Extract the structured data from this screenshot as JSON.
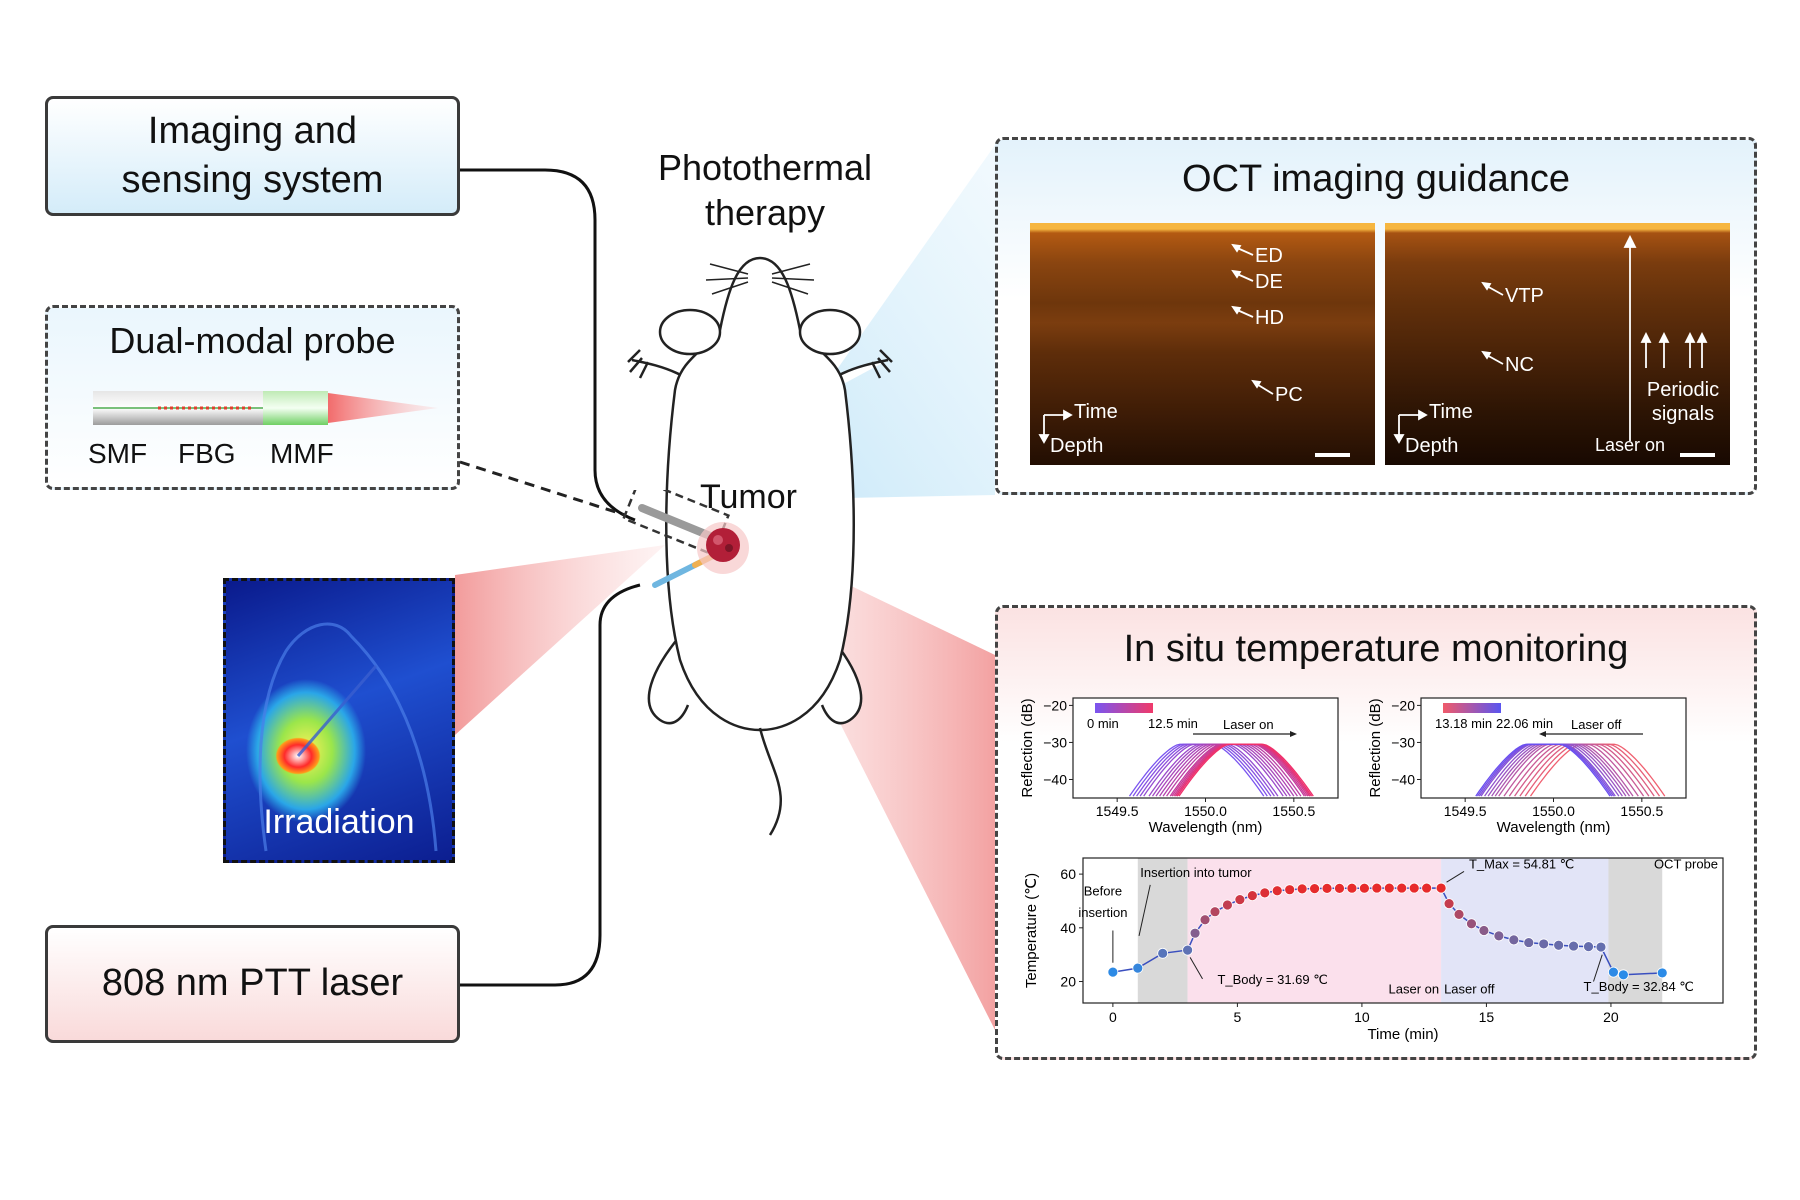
{
  "title": "Photothermal therapy",
  "tumor_label": "Tumor",
  "system_box": {
    "label": "Imaging and sensing system"
  },
  "probe_box": {
    "title": "Dual-modal probe",
    "labels": [
      "SMF",
      "FBG",
      "MMF"
    ]
  },
  "laser_box": {
    "label": "808 nm PTT laser"
  },
  "thermal_image": {
    "label": "Irradiation"
  },
  "oct_panel": {
    "title": "OCT imaging guidance",
    "left_image": {
      "annotations": [
        "ED",
        "DE",
        "HD",
        "PC"
      ],
      "axis_time": "Time",
      "axis_depth": "Depth"
    },
    "right_image": {
      "annotations": [
        "VTP",
        "NC"
      ],
      "signals_label": "Periodic signals",
      "laser_label": "Laser on",
      "axis_time": "Time",
      "axis_depth": "Depth"
    }
  },
  "temp_panel": {
    "title": "In situ temperature monitoring"
  },
  "colors": {
    "blue_bg": "#e6f3fb",
    "pink_bg": "#fbe5e5",
    "oct_brown": "#6a3308"
  },
  "chart_data": [
    {
      "type": "line",
      "xlabel": "Wavelength (nm)",
      "ylabel": "Reflection (dB)",
      "xlim": [
        1549.25,
        1550.75
      ],
      "ylim": [
        -45,
        -18
      ],
      "xticks": [
        1549.5,
        1550.0,
        1550.5
      ],
      "yticks": [
        -20,
        -30,
        -40
      ],
      "legend": [
        "0 min",
        "12.5 min"
      ],
      "annotation": "Laser on",
      "peak_wavelengths": [
        1549.95,
        1549.97,
        1549.99,
        1550.01,
        1550.03,
        1550.06,
        1550.08,
        1550.1,
        1550.12,
        1550.14,
        1550.16,
        1550.18,
        1550.19,
        1550.2,
        1550.21,
        1550.21,
        1550.22,
        1550.22,
        1550.23
      ],
      "peak_db": -30
    },
    {
      "type": "line",
      "xlabel": "Wavelength (nm)",
      "ylabel": "Reflection (dB)",
      "xlim": [
        1549.25,
        1550.75
      ],
      "ylim": [
        -45,
        -18
      ],
      "xticks": [
        1549.5,
        1550.0,
        1550.5
      ],
      "yticks": [
        -20,
        -30,
        -40
      ],
      "legend": [
        "13.18 min",
        "22.06 min"
      ],
      "annotation": "Laser off",
      "peak_wavelengths": [
        1550.25,
        1550.22,
        1550.19,
        1550.16,
        1550.13,
        1550.1,
        1550.07,
        1550.05,
        1550.03,
        1550.01,
        1549.99,
        1549.97,
        1549.96,
        1549.95,
        1549.94
      ],
      "peak_db": -30
    },
    {
      "type": "scatter",
      "xlabel": "Time (min)",
      "ylabel": "Temperature (℃)",
      "xlim": [
        -1.2,
        24.5
      ],
      "ylim": [
        12,
        66
      ],
      "xticks": [
        0,
        5,
        10,
        15,
        20
      ],
      "yticks": [
        20,
        40,
        60
      ],
      "points": [
        [
          0,
          23.5
        ],
        [
          1.0,
          25.0
        ],
        [
          2.0,
          30.5
        ],
        [
          3.0,
          31.69
        ],
        [
          3.3,
          38
        ],
        [
          3.7,
          43
        ],
        [
          4.1,
          46
        ],
        [
          4.6,
          48.5
        ],
        [
          5.1,
          50.5
        ],
        [
          5.6,
          52
        ],
        [
          6.1,
          53
        ],
        [
          6.6,
          53.8
        ],
        [
          7.1,
          54.2
        ],
        [
          7.6,
          54.5
        ],
        [
          8.1,
          54.6
        ],
        [
          8.6,
          54.7
        ],
        [
          9.1,
          54.7
        ],
        [
          9.6,
          54.75
        ],
        [
          10.1,
          54.75
        ],
        [
          10.6,
          54.8
        ],
        [
          11.1,
          54.8
        ],
        [
          11.6,
          54.8
        ],
        [
          12.1,
          54.8
        ],
        [
          12.6,
          54.8
        ],
        [
          13.18,
          54.81
        ],
        [
          13.5,
          49
        ],
        [
          13.9,
          45
        ],
        [
          14.4,
          41.5
        ],
        [
          14.9,
          39
        ],
        [
          15.5,
          37
        ],
        [
          16.1,
          35.5
        ],
        [
          16.7,
          34.5
        ],
        [
          17.3,
          34
        ],
        [
          17.9,
          33.5
        ],
        [
          18.5,
          33.2
        ],
        [
          19.1,
          33.0
        ],
        [
          19.6,
          32.84
        ],
        [
          20.1,
          23.5
        ],
        [
          20.5,
          22.5
        ],
        [
          22.06,
          23.2
        ]
      ],
      "regions": [
        {
          "from": 1.0,
          "to": 3.0,
          "color": "#d9d9d9"
        },
        {
          "from": 3.0,
          "to": 13.18,
          "color": "#fbe0ec"
        },
        {
          "from": 13.18,
          "to": 19.9,
          "color": "#e2e4f7"
        },
        {
          "from": 19.9,
          "to": 22.06,
          "color": "#d9d9d9"
        }
      ],
      "annotations": [
        "Before insertion",
        "Insertion into tumor",
        "T_Max = 54.81 ℃",
        "OCT probe",
        "T_Body = 31.69 ℃",
        "Laser on",
        "Laser off",
        "T_Body = 32.84 ℃"
      ]
    }
  ]
}
